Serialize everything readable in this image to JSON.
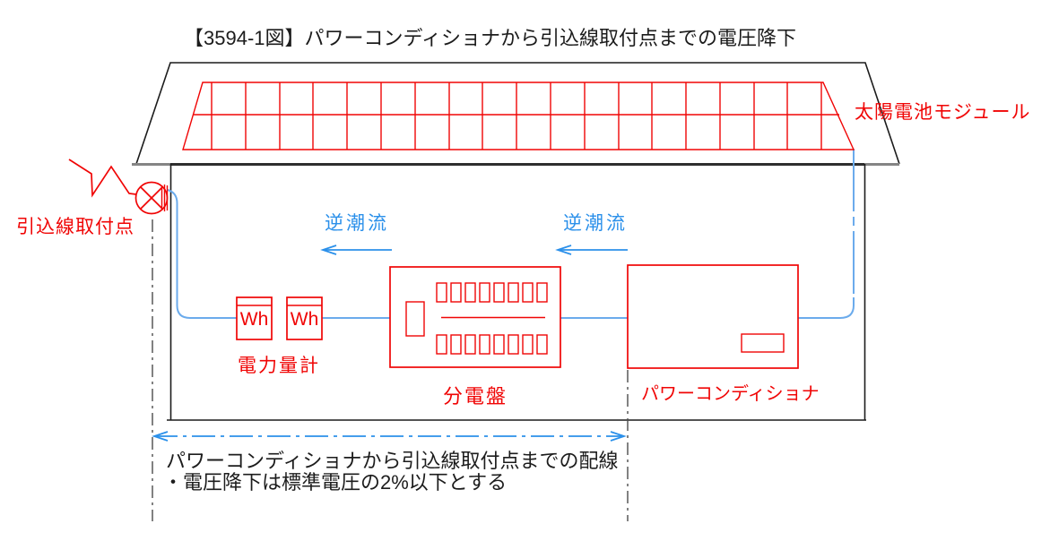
{
  "title": "【3594-1図】パワーコンディショナから引込線取付点までの電圧降下",
  "colors": {
    "red": "#f00505",
    "blue": "#2b90ea",
    "wire": "#6babec",
    "ink": "#1c1c1c"
  },
  "diagram": {
    "solar_module_label": "太陽電池モジュール",
    "service_point_label": "引込線取付点",
    "reverse_flow_left": "逆潮流",
    "reverse_flow_right": "逆潮流",
    "meter_label": "電力量計",
    "meter1_text": "Wh",
    "meter2_text": "Wh",
    "distribution_board_label": "分電盤",
    "power_conditioner_label": "パワーコンディショナ",
    "notes": {
      "line1": "パワーコンディショナから引込線取付点までの配線",
      "line2": "・電圧降下は標準電圧の2%以下とする"
    }
  }
}
